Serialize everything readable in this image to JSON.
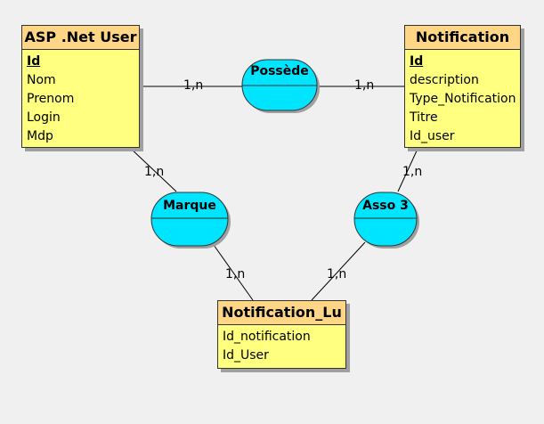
{
  "entities": {
    "asp_user": {
      "title": "ASP .Net User",
      "fields": [
        "Id",
        "Nom",
        "Prenom",
        "Login",
        "Mdp"
      ]
    },
    "notification": {
      "title": "Notification",
      "fields": [
        "Id",
        "description",
        "Type_Notification",
        "Titre",
        "Id_user"
      ]
    },
    "notification_lu": {
      "title": "Notification_Lu",
      "fields": [
        "Id_notification",
        "Id_User"
      ]
    }
  },
  "associations": {
    "possede": "Possède",
    "marque": "Marque",
    "asso3": "Asso 3"
  },
  "cardinalities": {
    "possede_left": "1,n",
    "possede_right": "1,n",
    "marque_top": "1,n",
    "marque_bottom": "1,n",
    "asso3_top": "1,n",
    "asso3_bottom": "1,n"
  },
  "colors": {
    "entity_header": "#ffd685",
    "entity_body": "#ffff80",
    "association_fill": "#00e5ff"
  }
}
